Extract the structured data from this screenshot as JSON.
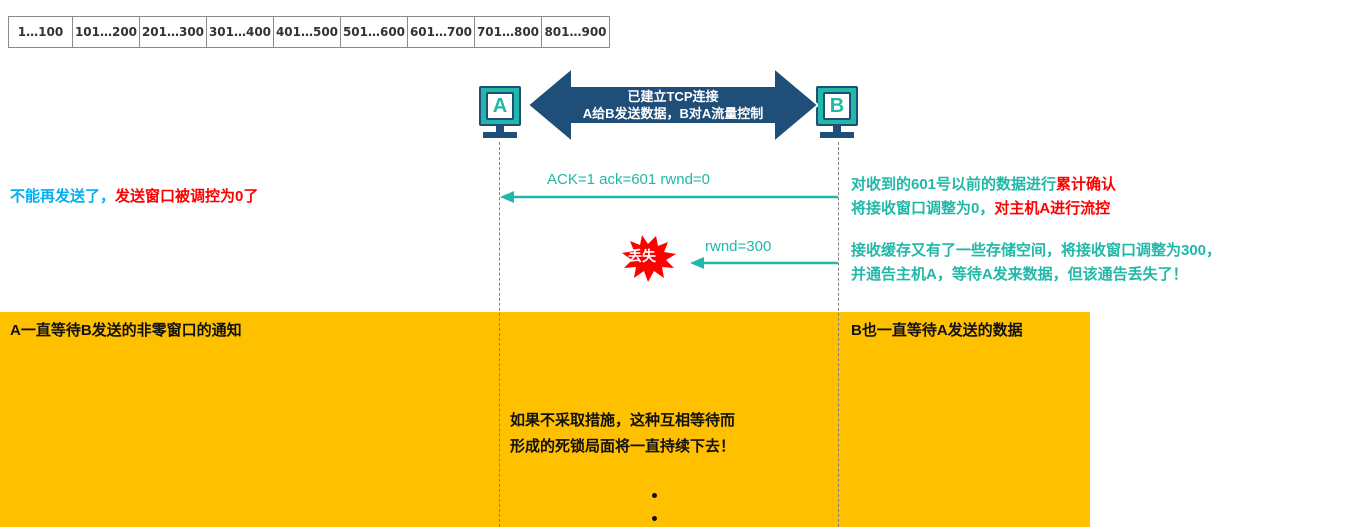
{
  "sequence_strip": {
    "cells": [
      "1…100",
      "101…200",
      "201…300",
      "301…400",
      "401…500",
      "501…600",
      "601…700",
      "701…800",
      "801…900"
    ]
  },
  "hosts": {
    "a_label": "A",
    "b_label": "B"
  },
  "connection": {
    "line1": "已建立TCP连接",
    "line2": "A给B发送数据，B对A流量控制"
  },
  "segments": {
    "ack_segment": "ACK=1    ack=601    rwnd=0",
    "window_update": "rwnd=300",
    "lost_badge": "丢失"
  },
  "notes_a": {
    "zero_window_part1": "不能再发送了，",
    "zero_window_part2": "发送窗口被调控为0了",
    "waiting": "A一直等待B发送的非零窗口的通知"
  },
  "notes_b": {
    "ack_part1": "对收到的601号以前的数据进行",
    "ack_part2": "累计确认",
    "flow_part1": "将接收窗口调整为0，",
    "flow_part2": "对主机A进行流控",
    "update_line1": "接收缓存又有了一些存储空间，将接收窗口调整为300，",
    "update_line2": "并通告主机A，等待A发来数据，但该通告丢失了！",
    "waiting": "B也一直等待A发送的数据"
  },
  "deadlock": {
    "line1": "如果不采取措施，这种互相等待而",
    "line2": "形成的死锁局面将一直持续下去！"
  },
  "colors": {
    "teal": "#21b8a8",
    "navy": "#1f4e79",
    "band": "#ffc000",
    "red": "#ff0000",
    "cyan": "#00b0f0"
  }
}
